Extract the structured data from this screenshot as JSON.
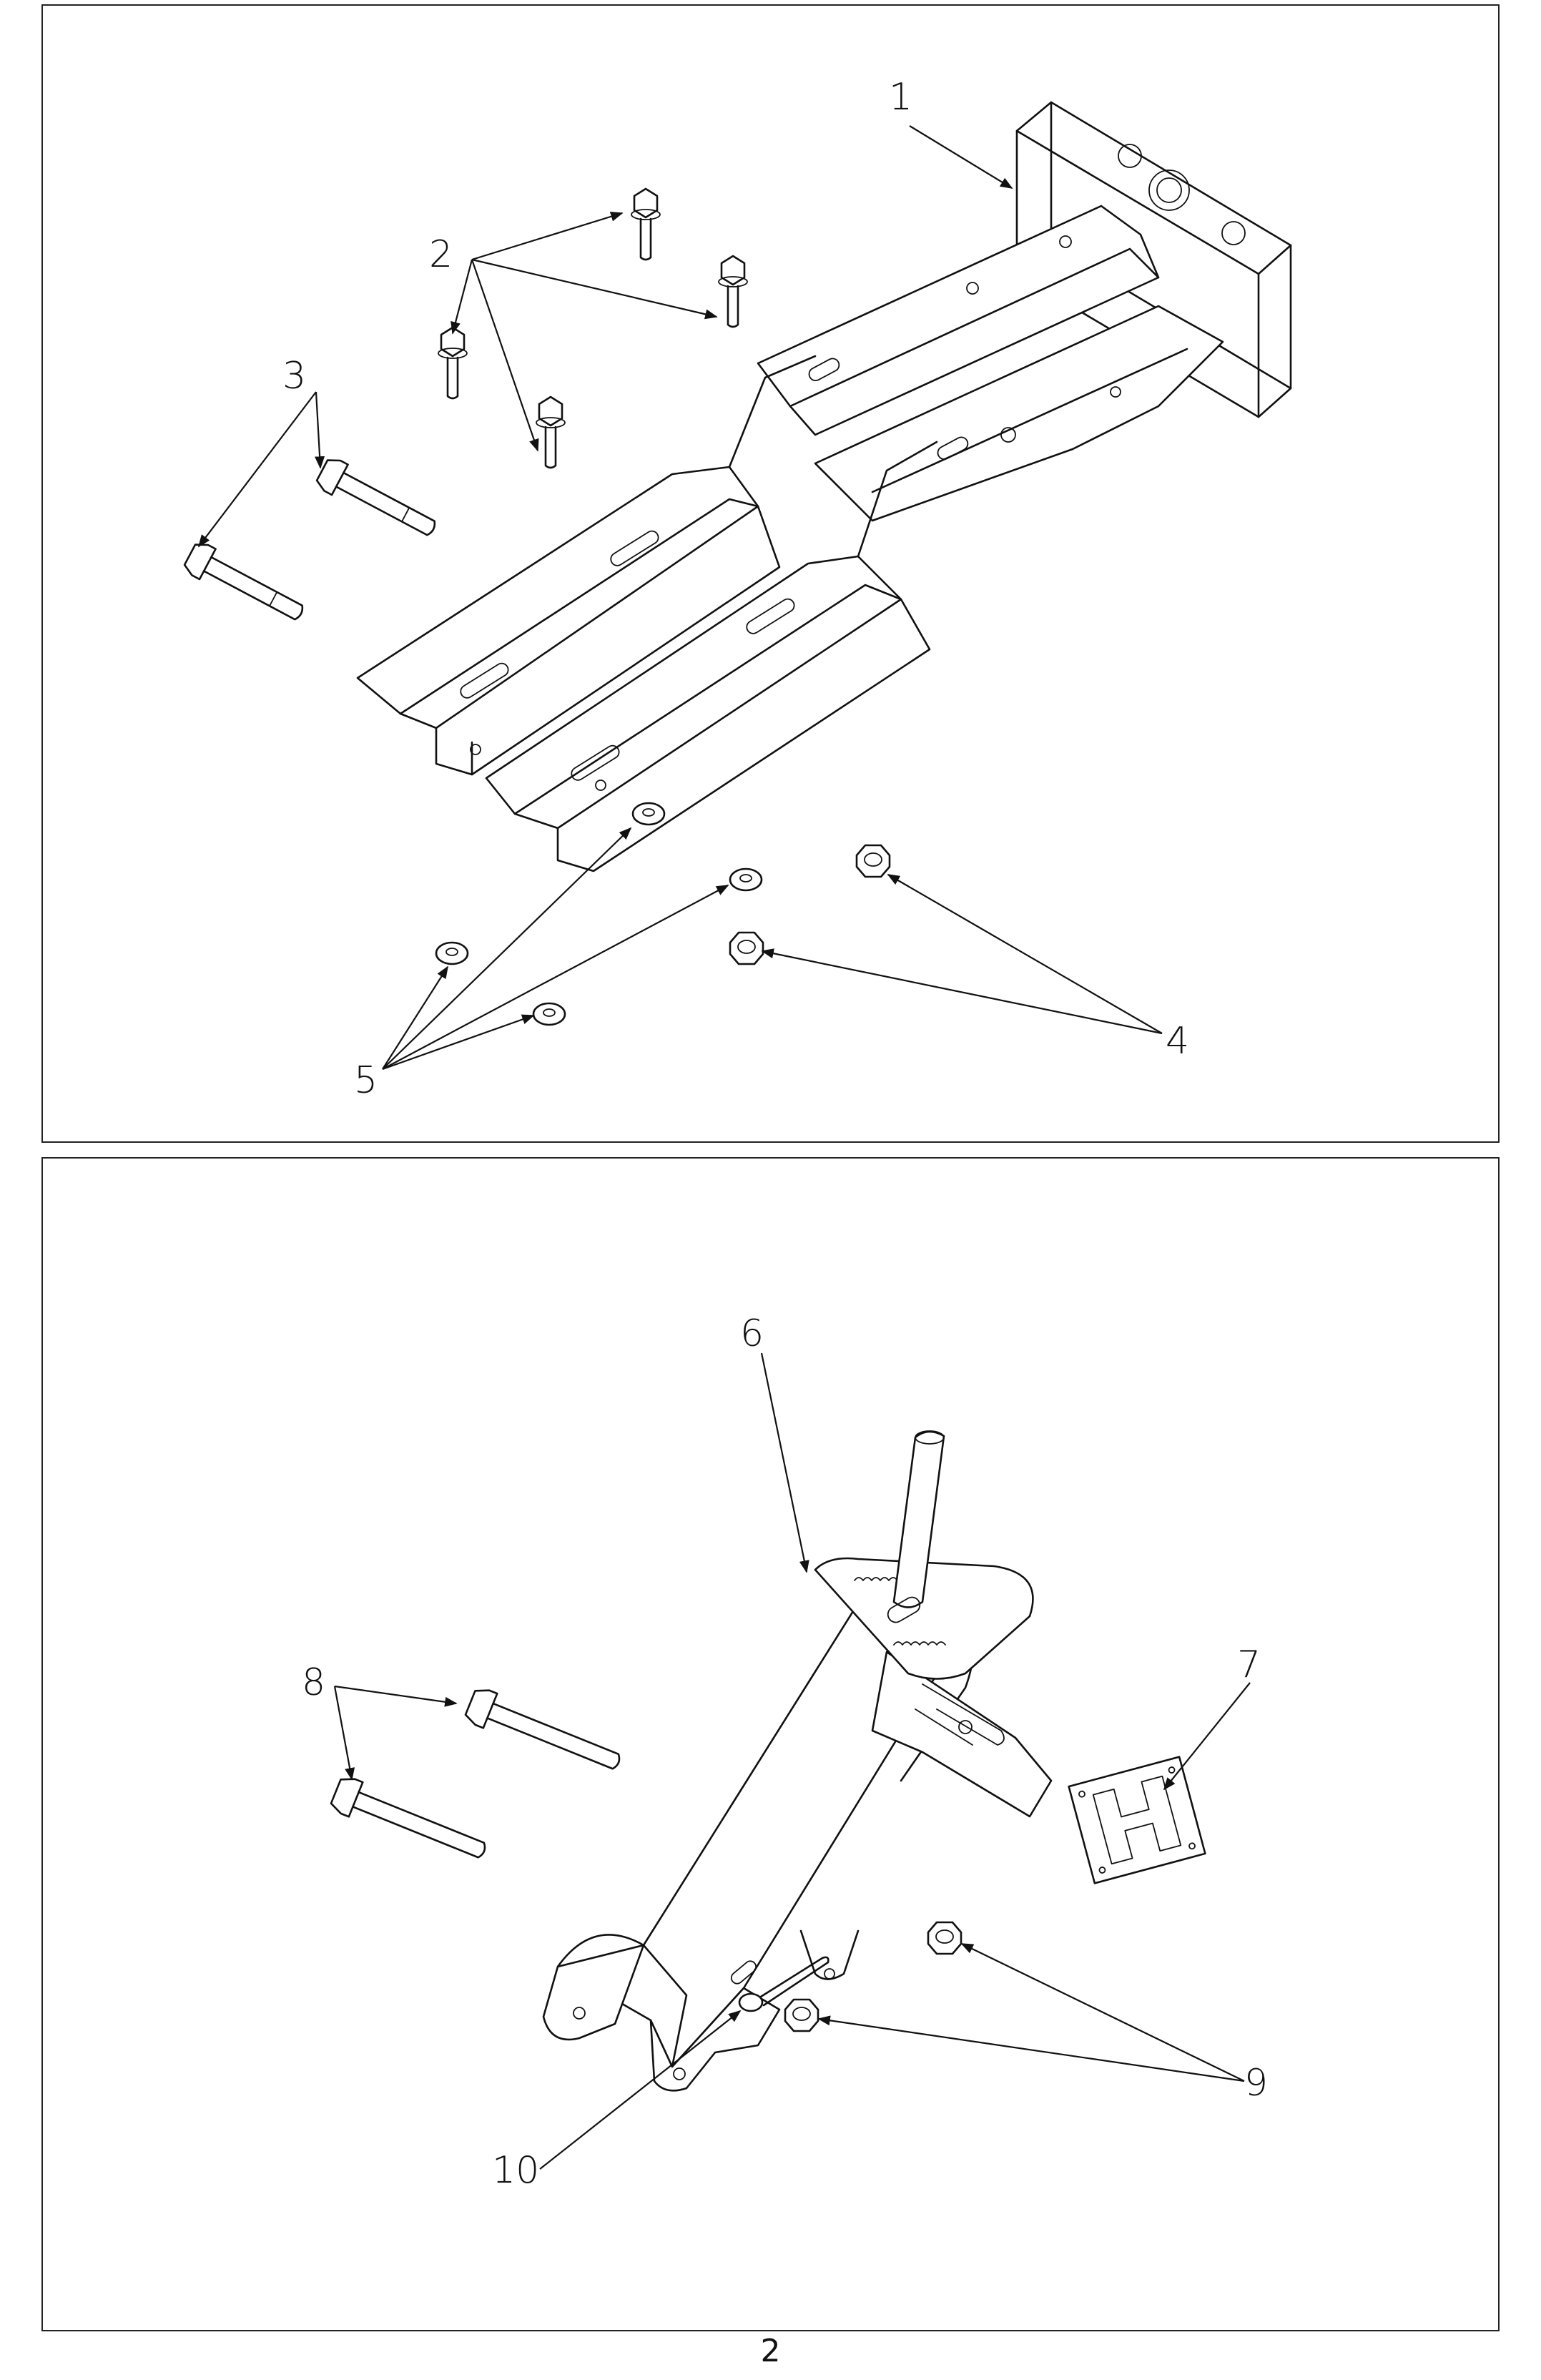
{
  "figure_top": {
    "callouts": [
      "1",
      "2",
      "3",
      "4",
      "5"
    ]
  },
  "figure_bottom": {
    "callouts": [
      "6",
      "7",
      "8",
      "9",
      "10"
    ]
  },
  "page_number": "2"
}
